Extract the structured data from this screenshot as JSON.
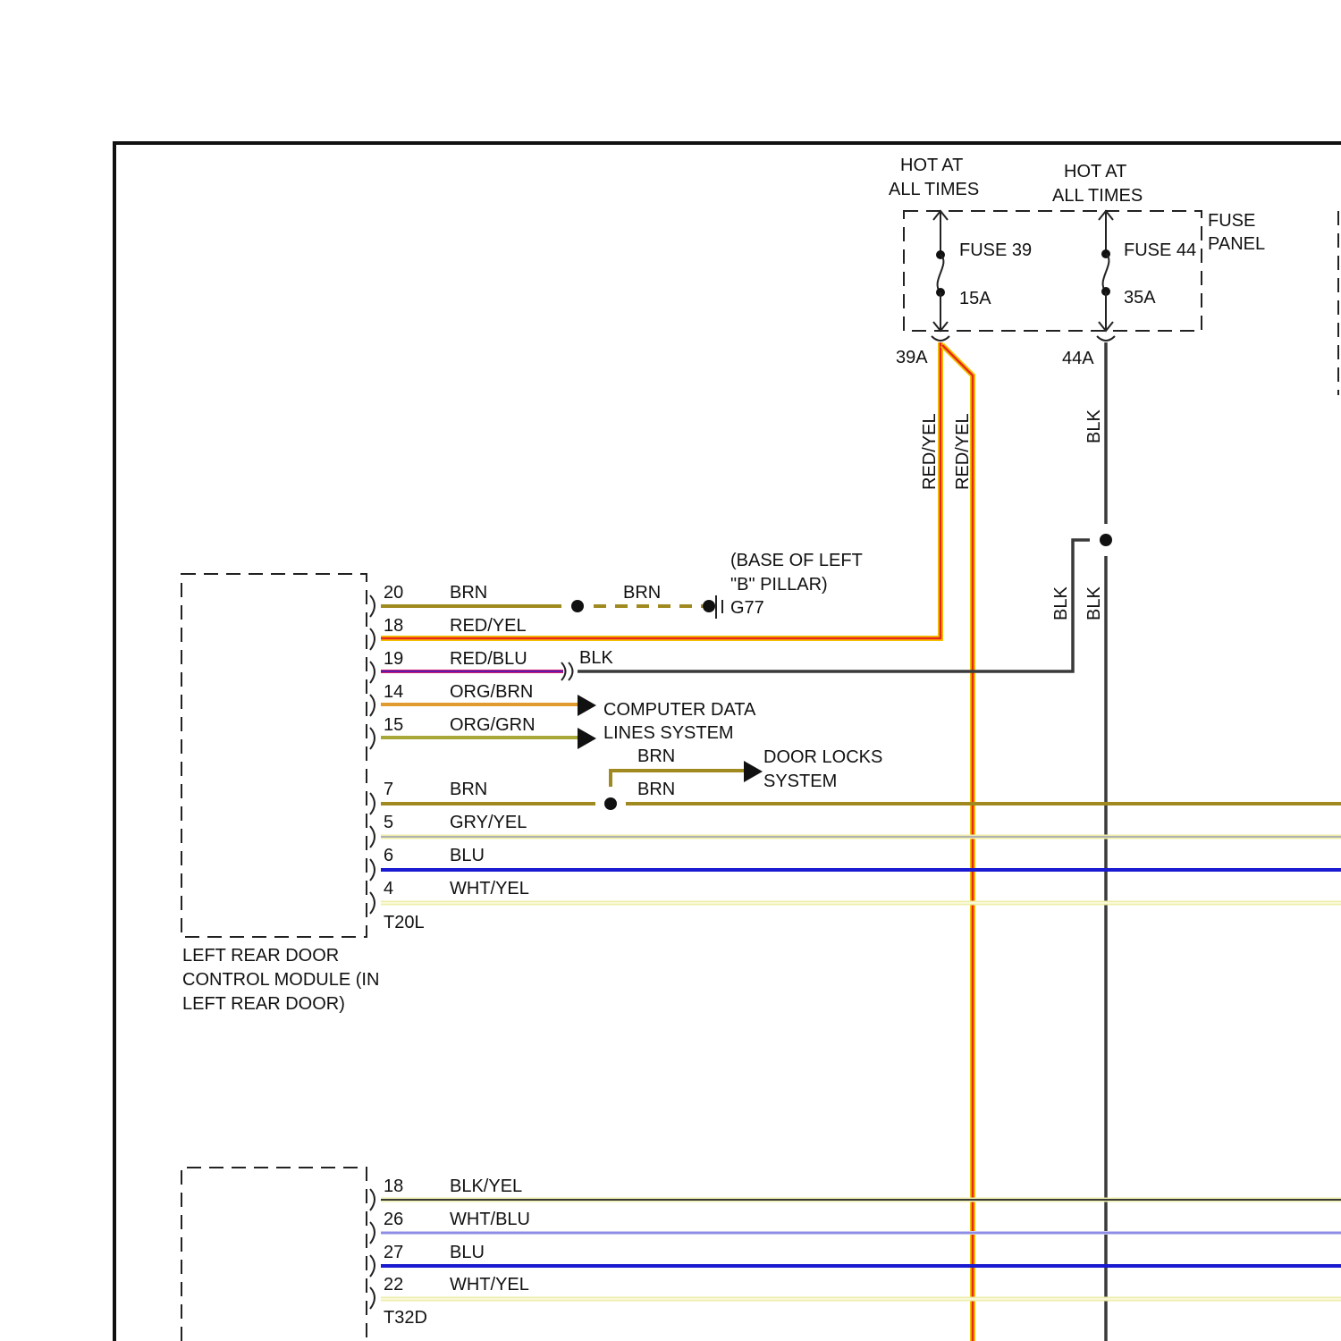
{
  "fuse_panel": {
    "label_line1": "FUSE",
    "label_line2": "PANEL",
    "hot_left_line1": "HOT AT",
    "hot_left_line2": "ALL TIMES",
    "hot_right_line1": "HOT AT",
    "hot_right_line2": "ALL TIMES",
    "fuse39_name": "FUSE 39",
    "fuse39_rating": "15A",
    "fuse44_name": "FUSE 44",
    "fuse44_rating": "35A",
    "terminal_39": "39A",
    "terminal_44": "44A"
  },
  "vertical_wire_labels": {
    "red_yel_1": "RED/YEL",
    "red_yel_2": "RED/YEL",
    "blk_top": "BLK",
    "blk_left": "BLK",
    "blk_right": "BLK"
  },
  "ground": {
    "location_line1": "(BASE OF LEFT",
    "location_line2": "\"B\" PILLAR)",
    "id": "G77",
    "wire_label": "BRN"
  },
  "module_t20l": {
    "name_line1": "LEFT REAR DOOR",
    "name_line2": "CONTROL MODULE (IN",
    "name_line3": "LEFT REAR DOOR)",
    "connector": "T20L",
    "pins": [
      {
        "pin": "20",
        "wire": "BRN"
      },
      {
        "pin": "18",
        "wire": "RED/YEL"
      },
      {
        "pin": "19",
        "wire": "RED/BLU"
      },
      {
        "pin": "14",
        "wire": "ORG/BRN"
      },
      {
        "pin": "15",
        "wire": "ORG/GRN"
      },
      {
        "pin": "7",
        "wire": "BRN"
      },
      {
        "pin": "5",
        "wire": "GRY/YEL"
      },
      {
        "pin": "6",
        "wire": "BLU"
      },
      {
        "pin": "4",
        "wire": "WHT/YEL"
      }
    ]
  },
  "pin19_splice_label": "BLK",
  "computer_data": {
    "line1": "COMPUTER DATA",
    "line2": "LINES SYSTEM"
  },
  "door_locks": {
    "line1": "DOOR LOCKS",
    "line2": "SYSTEM",
    "wire_upper": "BRN",
    "wire_lower": "BRN"
  },
  "module_t32d": {
    "connector": "T32D",
    "pins": [
      {
        "pin": "18",
        "wire": "BLK/YEL"
      },
      {
        "pin": "26",
        "wire": "WHT/BLU"
      },
      {
        "pin": "27",
        "wire": "BLU"
      },
      {
        "pin": "22",
        "wire": "WHT/YEL"
      }
    ]
  },
  "colors": {
    "brn": "#a08a20",
    "red": "#e8281a",
    "red_yel_glow": "#f2c100",
    "blk": "#3a3a3a",
    "blu": "#1a1ad0",
    "org": "#e09a30",
    "grn_tint": "#a8a838",
    "gry": "#b0b0b0",
    "yel_light": "#eeeeaa",
    "red_blu": "#d01a6a"
  }
}
